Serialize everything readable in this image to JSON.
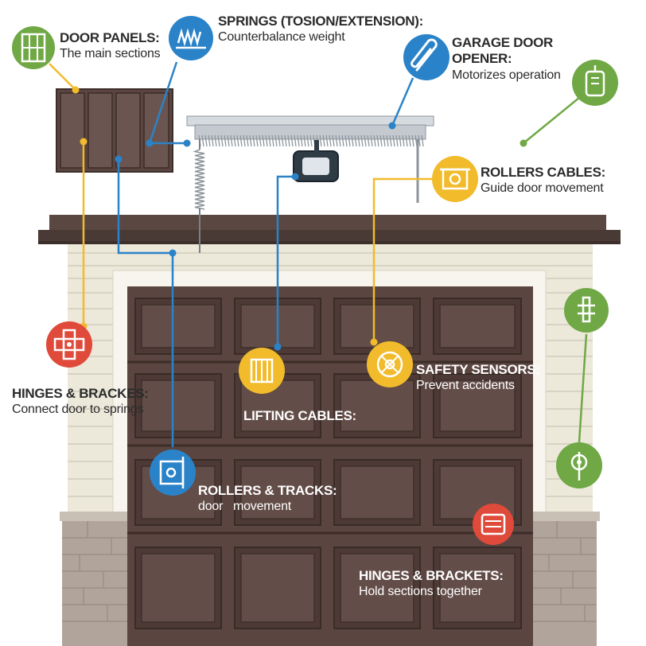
{
  "colors": {
    "green": "#6fa844",
    "blue": "#2a83c8",
    "yellow": "#f1bb2c",
    "red": "#df4a3a",
    "door_brown": "#5a4540",
    "roof_brown": "#5a4741",
    "siding": "#ece8da",
    "brick": "#b1a49b"
  },
  "callouts": {
    "door_panels": {
      "title": "DOOR PANELS:",
      "desc": "The main sections",
      "icon": "door-panel-icon",
      "color": "green"
    },
    "springs": {
      "title": "SPRINGS (TOSION/EXTENSION):",
      "desc": "Counterbalance weight",
      "icon": "spring-icon",
      "color": "blue"
    },
    "opener": {
      "title_line1": "GARAGE DOOR",
      "title_line2": "OPENER:",
      "desc": "Motorizes operation",
      "icon": "paperclip-icon",
      "color": "blue"
    },
    "remote": {
      "icon": "remote-icon",
      "color": "green"
    },
    "rollers_cables": {
      "title": "ROLLERS CABLES:",
      "desc": "Guide door movement",
      "icon": "roller-icon",
      "color": "yellow"
    },
    "hinges_brackes": {
      "title": "HINGES & BRACKES:",
      "desc": "Connect door to springs",
      "icon": "hinge-icon",
      "color": "red"
    },
    "lifting_cables": {
      "title": "LIFTING CABLES:",
      "icon": "cable-drum-icon",
      "color": "yellow"
    },
    "safety_sensors": {
      "title": "SAFETY SENSORS:",
      "desc": "Prevent accidents",
      "icon": "sensor-icon",
      "color": "yellow"
    },
    "rollers_tracks": {
      "title": "ROLLERS & TRACKS:",
      "desc": "door   movement",
      "icon": "track-icon",
      "color": "blue"
    },
    "hinges_brackets": {
      "title": "HINGES & BRACKETS:",
      "desc": "Hold sections together",
      "icon": "bracket-icon",
      "color": "red"
    },
    "bolt": {
      "icon": "bolt-icon",
      "color": "green"
    },
    "lock": {
      "icon": "lock-icon",
      "color": "green"
    }
  }
}
